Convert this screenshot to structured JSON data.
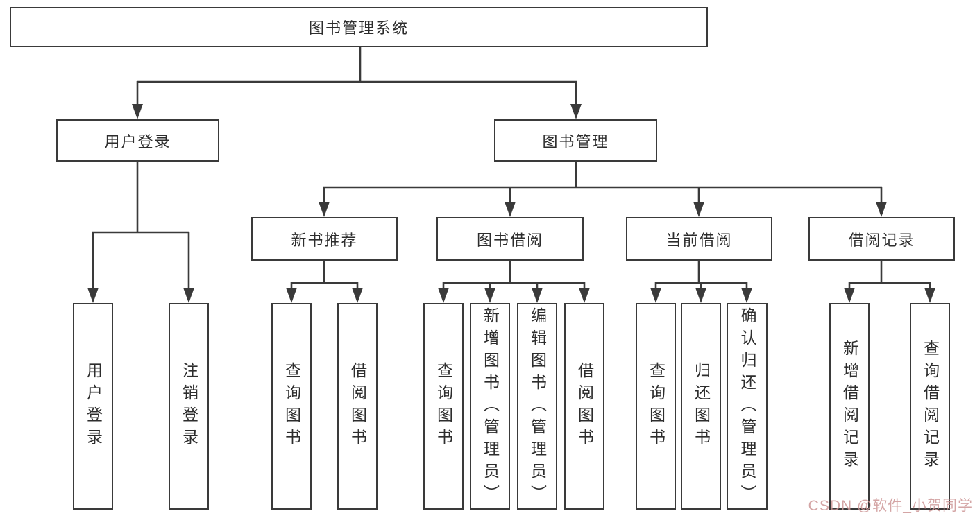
{
  "colors": {
    "page_background": "#ffffff",
    "box_background": "#ffffff",
    "line": "#3a3a3a",
    "text": "#2d2d2d",
    "watermark": "#cd9696"
  },
  "nodes": {
    "root": {
      "label": "图书管理系统"
    },
    "level2": [
      {
        "label": "用户登录"
      },
      {
        "label": "图书管理"
      }
    ],
    "level3": [
      {
        "label": "新书推荐"
      },
      {
        "label": "图书借阅"
      },
      {
        "label": "当前借阅"
      },
      {
        "label": "借阅记录"
      }
    ],
    "leaves": [
      {
        "label": "用户登录"
      },
      {
        "label": "注销登录"
      },
      {
        "label": "查询图书"
      },
      {
        "label": "借阅图书"
      },
      {
        "label": "查询图书"
      },
      {
        "label": "新增图书（管理员）"
      },
      {
        "label": "编辑图书（管理员）"
      },
      {
        "label": "借阅图书"
      },
      {
        "label": "查询图书"
      },
      {
        "label": "归还图书"
      },
      {
        "label": "确认归还（管理员）"
      },
      {
        "label": "新增借阅记录"
      },
      {
        "label": "查询借阅记录"
      }
    ]
  },
  "watermark": {
    "text": "CSDN @软件_小贺同学"
  }
}
